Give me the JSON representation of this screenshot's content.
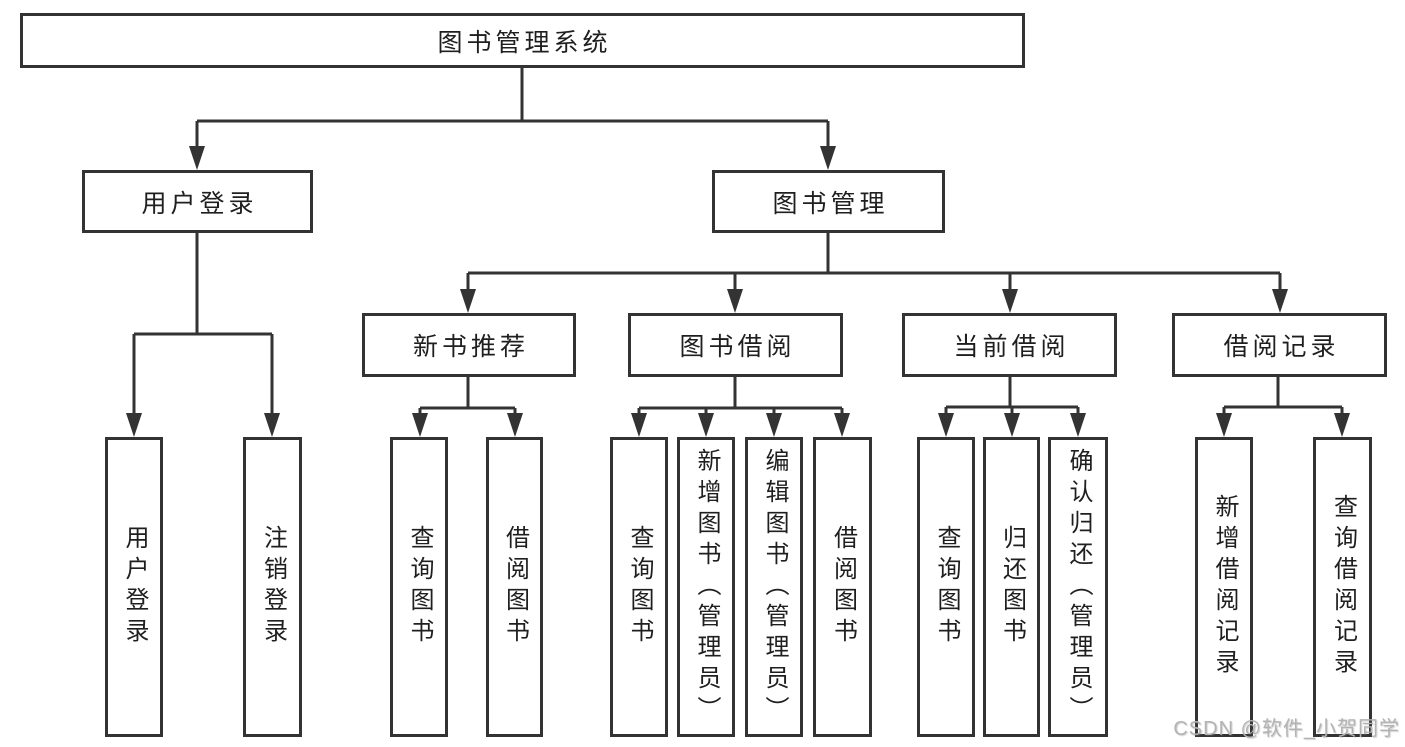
{
  "diagram": {
    "root": {
      "label": "图书管理系统"
    },
    "level2": [
      {
        "id": "user-login",
        "label": "用户登录"
      },
      {
        "id": "book-management",
        "label": "图书管理"
      }
    ],
    "level3": [
      {
        "id": "new-book-recommend",
        "label": "新书推荐"
      },
      {
        "id": "book-borrow",
        "label": "图书借阅"
      },
      {
        "id": "current-borrow",
        "label": "当前借阅"
      },
      {
        "id": "borrow-records",
        "label": "借阅记录"
      }
    ],
    "leaves": {
      "user_login": [
        {
          "label": "用户登录"
        },
        {
          "label": "注销登录"
        }
      ],
      "new_books": [
        {
          "label": "查询图书"
        },
        {
          "label": "借阅图书"
        }
      ],
      "book_borrow": [
        {
          "label": "查询图书"
        },
        {
          "label": "新增图书（管理员）"
        },
        {
          "label": "编辑图书（管理员）"
        },
        {
          "label": "借阅图书"
        }
      ],
      "current_borrow": [
        {
          "label": "查询图书"
        },
        {
          "label": "归还图书"
        },
        {
          "label": "确认归还（管理员）"
        }
      ],
      "borrow_records": [
        {
          "label": "新增借阅记录"
        },
        {
          "label": "查询借阅记录"
        }
      ]
    }
  },
  "watermark": "CSDN @软件_小贺同学",
  "colors": {
    "line": "#333333",
    "border": "#333333",
    "text": "#1f1f1f",
    "watermark": "#b3b3b3",
    "background": "#ffffff"
  }
}
